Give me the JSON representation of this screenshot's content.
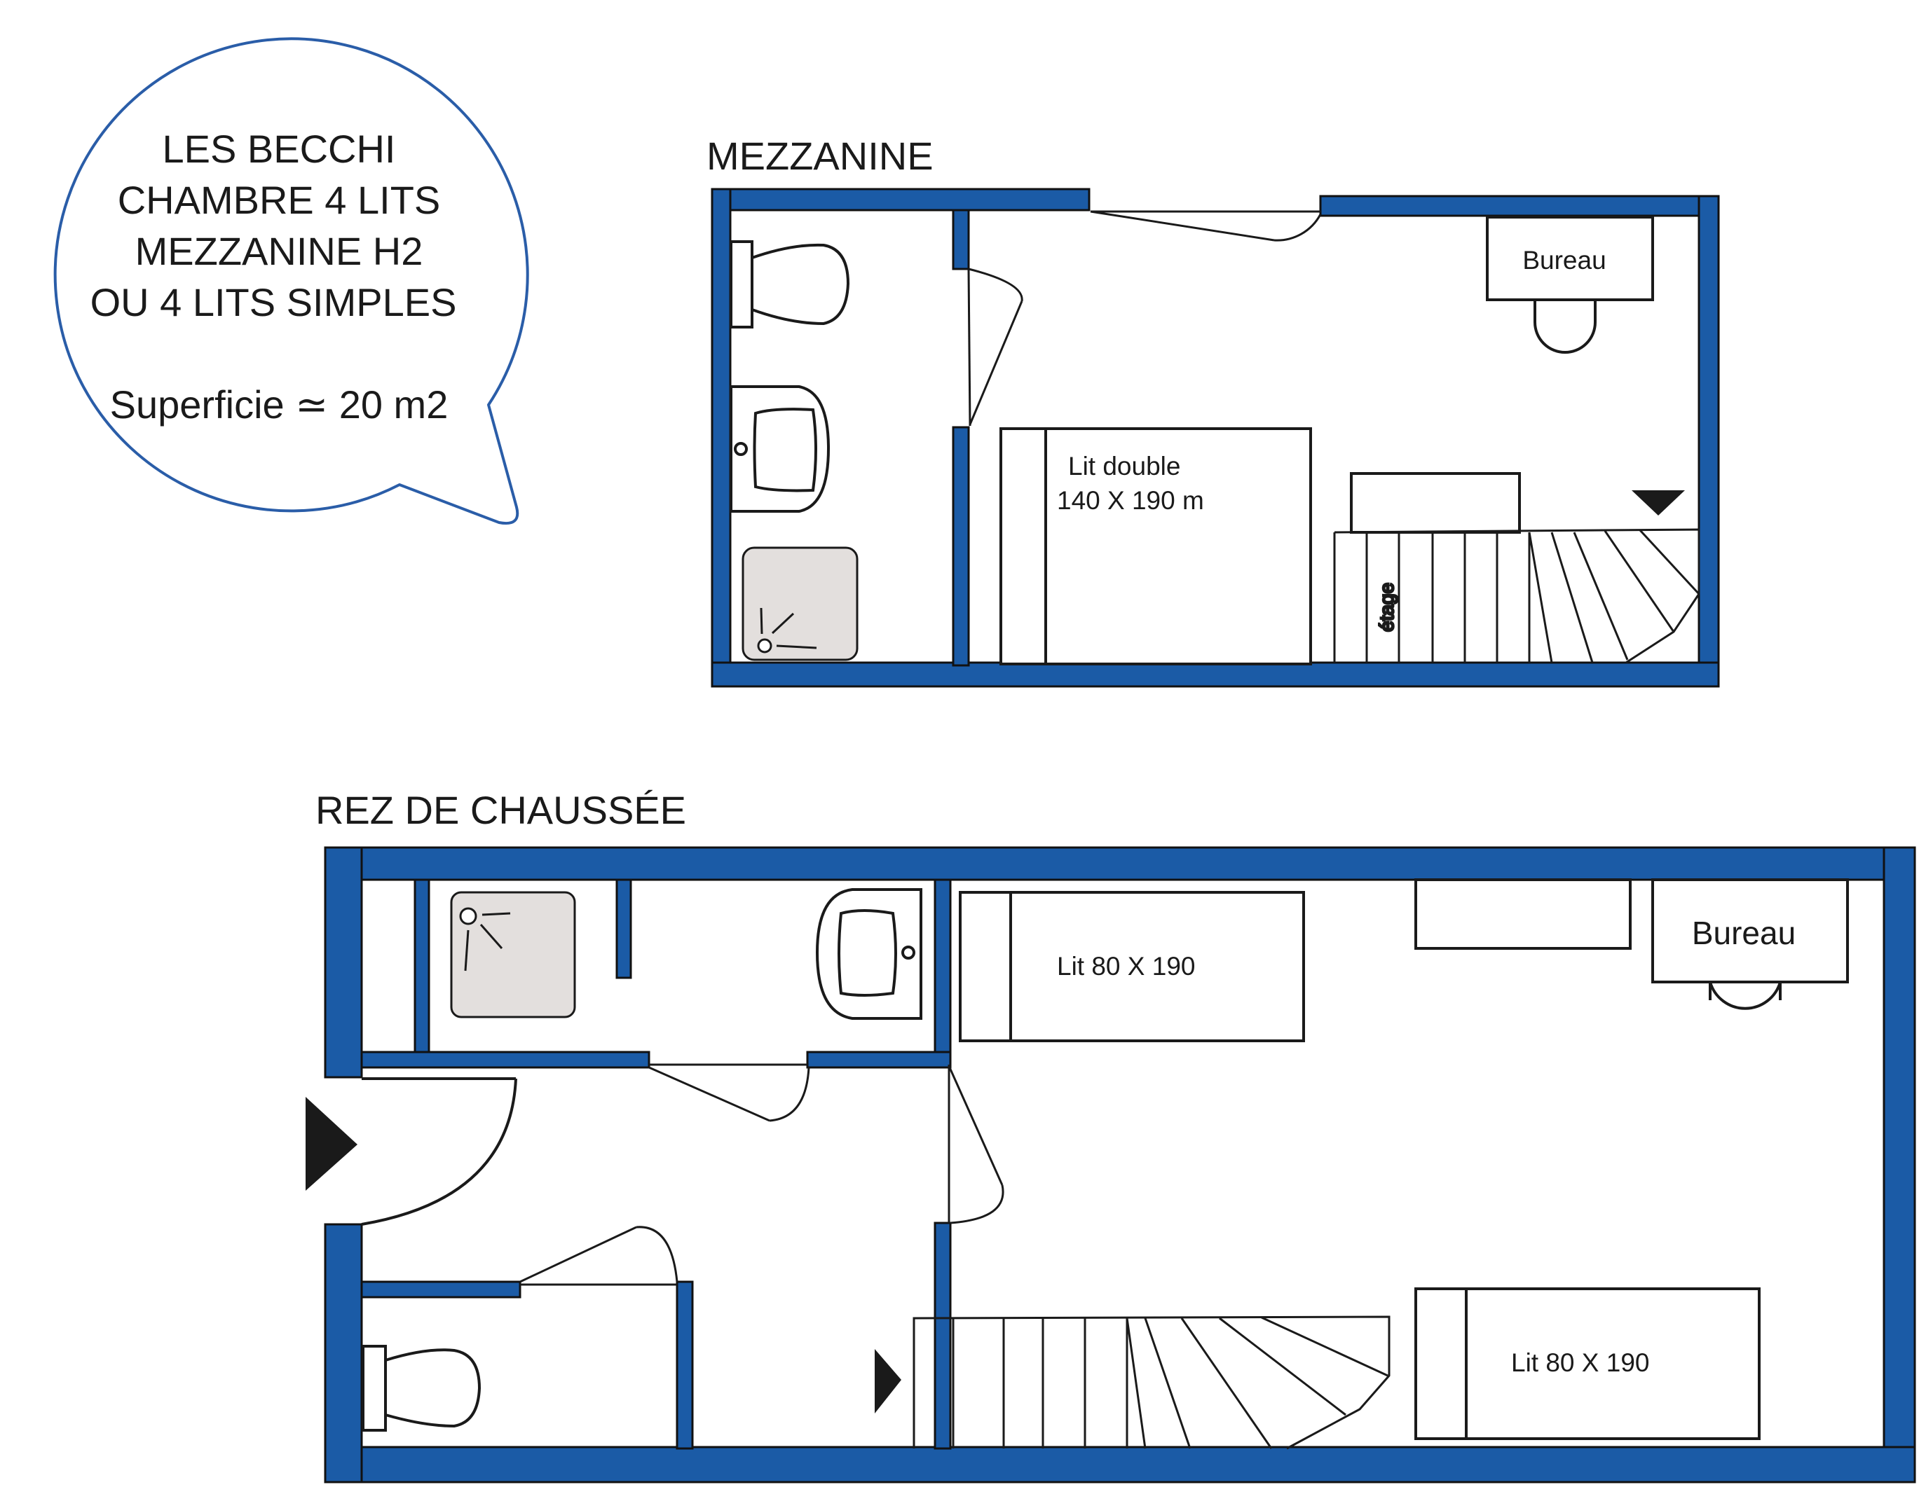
{
  "info_bubble": {
    "lines": [
      "LES BECCHI",
      "CHAMBRE 4 LITS",
      "MEZZANINE H2",
      "OU 4 LITS SIMPLES",
      "Superficie ≃ 20 m2"
    ]
  },
  "mezzanine": {
    "title": "MEZZANINE",
    "desk_label": "Bureau",
    "bed_label_line1": "Lit double",
    "bed_label_line2": "140 X 190 m",
    "stairs_label": "étage"
  },
  "ground_floor": {
    "title": "REZ DE CHAUSSÉE",
    "desk_label": "Bureau",
    "bed1_label": "Lit 80 X 190",
    "bed2_label": "Lit 80 X 190"
  },
  "colors": {
    "wall": "#1b5ba6",
    "bubble_stroke": "#2a5da8",
    "line": "#1a1a1a",
    "shower_fill": "#e3dfdd",
    "marker": "#1a1a1a"
  }
}
